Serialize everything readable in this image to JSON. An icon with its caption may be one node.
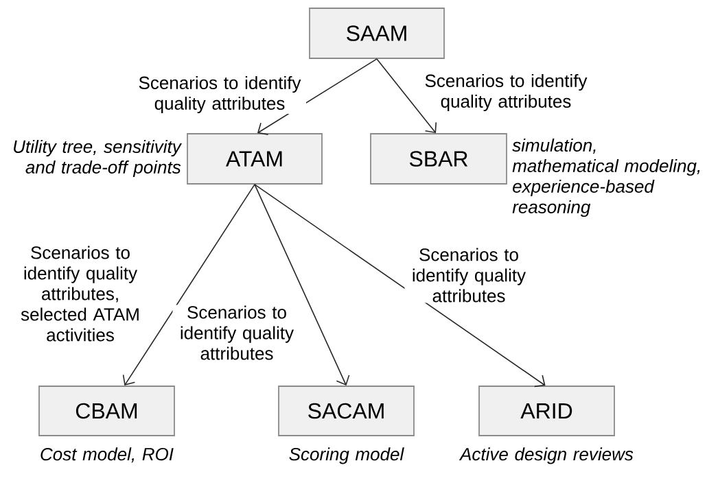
{
  "diagram": {
    "nodes": [
      {
        "text": [
          "SAAM"
        ]
      },
      {
        "text": [
          "ATAM"
        ],
        "beside": [
          "Utility tree, sensitivity and trade-off points"
        ]
      },
      {
        "text": [
          "SBAR"
        ],
        "beside": [
          "simulation, mathematical modeling, experience-based reasoning"
        ]
      },
      {
        "text": [
          "CBAM"
        ],
        "beside": [
          "Cost model, ROI"
        ]
      },
      {
        "text": [
          "SACAM"
        ],
        "beside": [
          "Scoring model"
        ]
      },
      {
        "text": [
          "ARID"
        ],
        "beside": [
          "Active design reviews"
        ]
      }
    ],
    "edges": [
      {
        "from": 0,
        "to": 1,
        "arrow": "to",
        "label": "Scenarios to identify quality attributes"
      },
      {
        "from": 0,
        "to": 2,
        "arrow": "to",
        "label": "Scenarios to identify quality attributes"
      },
      {
        "from": 1,
        "to": 3,
        "arrow": "to",
        "label": "Scenarios to identify quality attributes, selected ATAM activities"
      },
      {
        "from": 1,
        "to": 4,
        "arrow": "to",
        "label": "Scenarios to identify quality attributes"
      },
      {
        "from": 1,
        "to": 5,
        "arrow": "to",
        "label": "Scenarios to identify quality attributes"
      }
    ]
  }
}
